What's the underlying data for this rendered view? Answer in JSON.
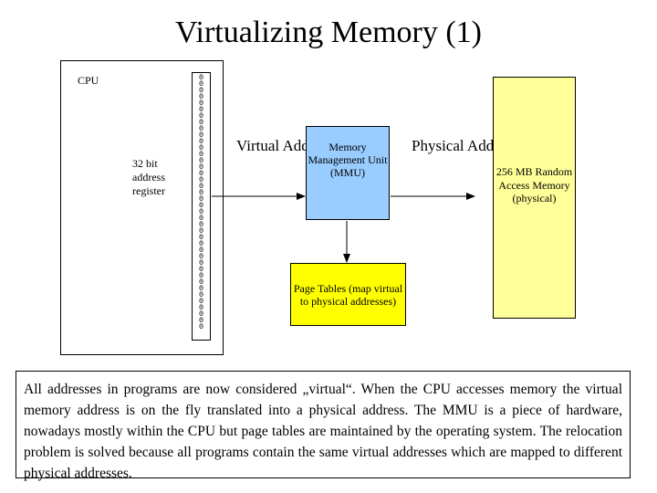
{
  "title": "Virtualizing Memory (1)",
  "cpu": {
    "label": "CPU",
    "register_label": "32 bit address register",
    "register_bits": "0000000000000000000000000000000000000000"
  },
  "labels": {
    "virtual_address": "Virtual Address",
    "physical_address": "Physical Address"
  },
  "mmu": {
    "label": "Memory Management Unit (MMU)",
    "color": "#99ccff"
  },
  "page_tables": {
    "label": "Page Tables (map virtual to physical addresses)",
    "color": "#ffff00"
  },
  "memory": {
    "label": "256 MB Random Access Memory (physical)",
    "color": "#ffff99"
  },
  "note": "All addresses in programs are now considered „virtual“. When the CPU accesses memory the virtual memory address is on the fly translated into a physical address. The MMU is a piece of hardware, nowadays mostly within the CPU but page tables are maintained by the operating system. The relocation problem is solved because all programs contain the same virtual addresses which are mapped to different physical addresses."
}
